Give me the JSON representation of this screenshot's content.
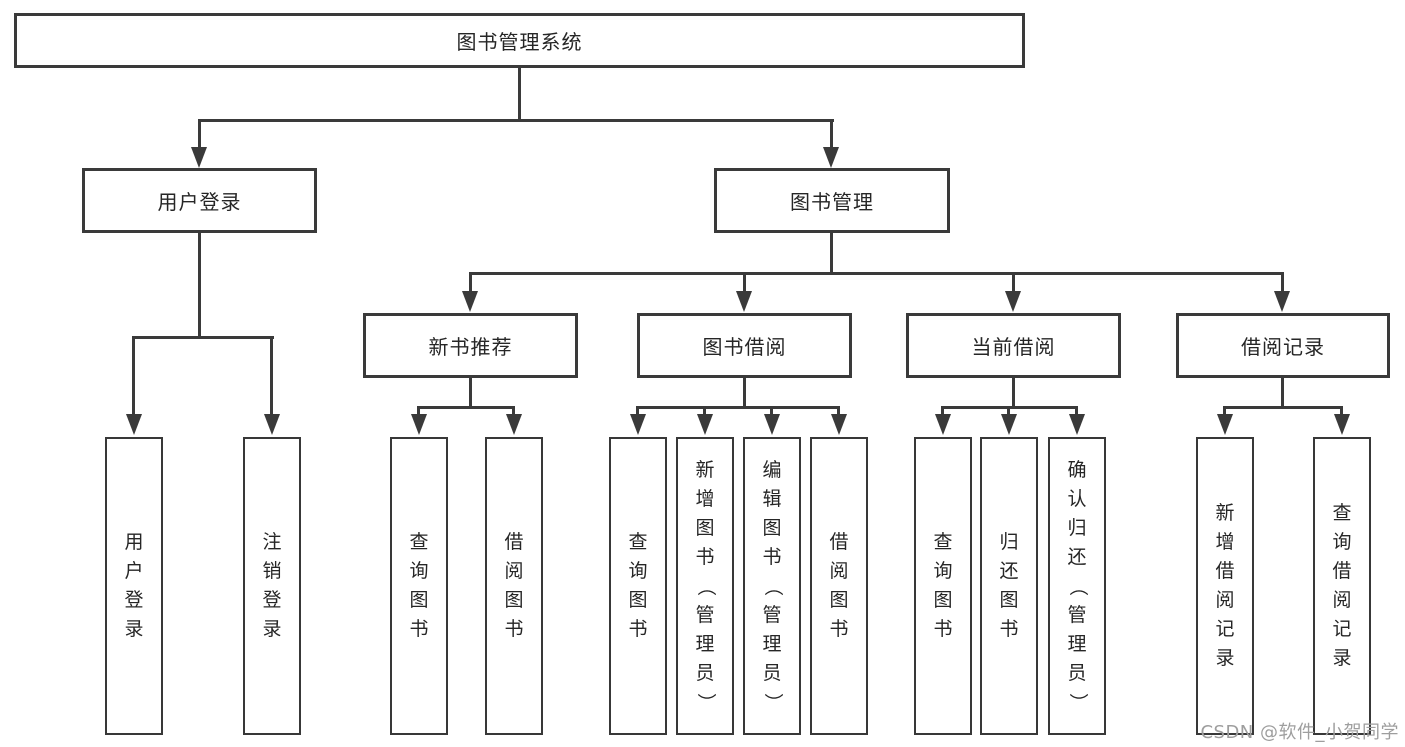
{
  "diagram": {
    "root": "图书管理系统",
    "level2": [
      "用户登录",
      "图书管理"
    ],
    "modules": [
      "新书推荐",
      "图书借阅",
      "当前借阅",
      "借阅记录"
    ],
    "leaves": {
      "login": [
        "用户登录",
        "注销登录"
      ],
      "recommend": [
        "查询图书",
        "借阅图书"
      ],
      "borrow": [
        "查询图书",
        "新增图书（管理员）",
        "编辑图书（管理员）",
        "借阅图书"
      ],
      "current": [
        "查询图书",
        "归还图书",
        "确认归还（管理员）"
      ],
      "records": [
        "新增借阅记录",
        "查询借阅记录"
      ]
    }
  },
  "watermark": {
    "text": "CSDN @软件_小贺同学",
    "color": "#9e9e9e"
  },
  "colors": {
    "line": "#3a3a3a",
    "text": "#262626",
    "background": "#ffffff"
  }
}
